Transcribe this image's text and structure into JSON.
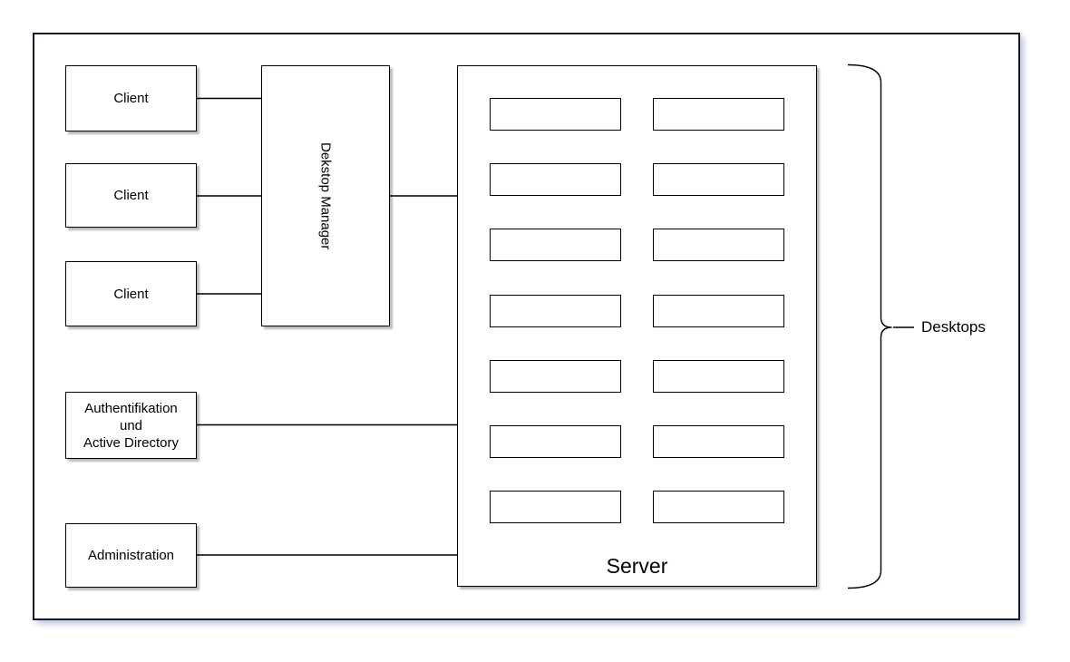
{
  "diagram": {
    "clients": [
      {
        "label": "Client"
      },
      {
        "label": "Client"
      },
      {
        "label": "Client"
      }
    ],
    "desktop_manager": {
      "label": "Dekstop Manager"
    },
    "server": {
      "label": "Server",
      "slot_rows": 7,
      "slot_cols": 2
    },
    "auth": {
      "lines": [
        "Authentifikation",
        "und",
        "Active Directory"
      ]
    },
    "administration": {
      "label": "Administration"
    },
    "brace_label": "Desktops"
  },
  "colors": {
    "stroke": "#000000",
    "frame_border": "#171c2b",
    "box_fill": "#ffffff",
    "canvas_bg": "#ffffff"
  }
}
